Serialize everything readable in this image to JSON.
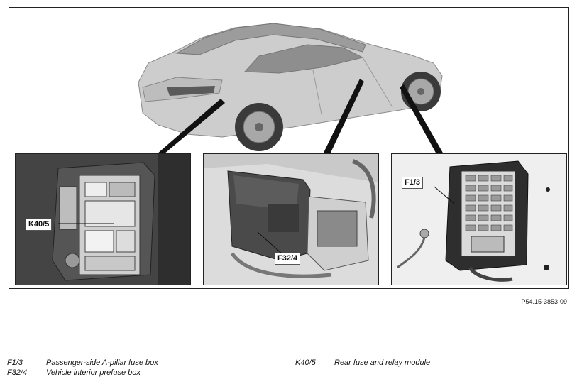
{
  "callouts": {
    "rear_module": "K40/5",
    "prefuse_box": "F32/4",
    "a_pillar_box": "F1/3"
  },
  "figure_code": "P54.15-3853-09",
  "legend": [
    {
      "code": "F1/3",
      "description": "Passenger-side A-pillar fuse box"
    },
    {
      "code": "F32/4",
      "description": "Vehicle interior prefuse box"
    },
    {
      "code": "K40/5",
      "description": "Rear fuse and relay module"
    }
  ]
}
